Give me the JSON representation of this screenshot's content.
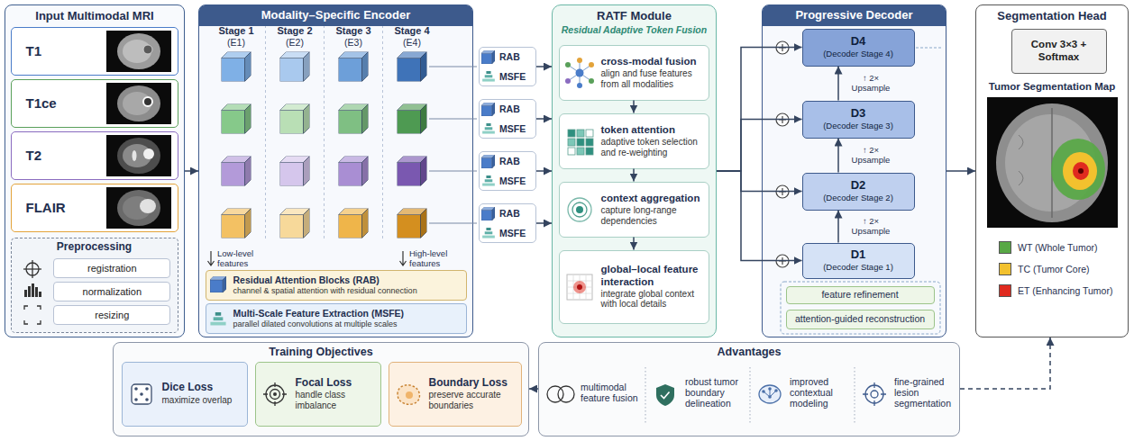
{
  "diagram": {
    "nodes": [
      {
        "text": [
          "Input Multimodal MRI"
        ]
      },
      {
        "text": [
          "T1"
        ],
        "in": 0
      },
      {
        "text": [
          "T1ce"
        ],
        "in": 0
      },
      {
        "text": [
          "T2"
        ],
        "in": 0
      },
      {
        "text": [
          "FLAIR"
        ],
        "in": 0
      },
      {
        "text": [
          "Preprocessing"
        ],
        "in": 0
      },
      {
        "text": [
          "registration"
        ],
        "in": 5
      },
      {
        "text": [
          "normalization"
        ],
        "in": 5
      },
      {
        "text": [
          "resizing"
        ],
        "in": 5
      },
      {
        "text": [
          "Modality–Specific Encoder"
        ]
      },
      {
        "text": [
          "Residual Attention Blocks (RAB)",
          "channel & spatial attention with residual connection"
        ],
        "in": 9
      },
      {
        "text": [
          "Multi-Scale Feature Extraction (MSFE)",
          "parallel dilated convolutions at multiple scales"
        ],
        "in": 9
      },
      {
        "text": [
          "RAB",
          "MSFE"
        ]
      },
      {
        "text": [
          "RAB",
          "MSFE"
        ]
      },
      {
        "text": [
          "RAB",
          "MSFE"
        ]
      },
      {
        "text": [
          "RAB",
          "MSFE"
        ]
      },
      {
        "text": [
          "RATF Module",
          "Residual Adaptive Token Fusion"
        ]
      },
      {
        "text": [
          "cross-modal fusion",
          "align and fuse features from all modalities"
        ],
        "in": 16
      },
      {
        "text": [
          "token attention",
          "adaptive token selection and re-weighting"
        ],
        "in": 16
      },
      {
        "text": [
          "context aggregation",
          "capture long-range dependencies"
        ],
        "in": 16
      },
      {
        "text": [
          "global–local feature interaction",
          "integrate global context with local details"
        ],
        "in": 16
      },
      {
        "text": [
          "Progressive Decoder"
        ]
      },
      {
        "text": [
          "D4",
          "(Decoder Stage 4)"
        ],
        "in": 21
      },
      {
        "text": [
          "D3",
          "(Decoder Stage 3)"
        ],
        "in": 21
      },
      {
        "text": [
          "D2",
          "(Decoder Stage 2)"
        ],
        "in": 21
      },
      {
        "text": [
          "D1",
          "(Decoder Stage 1)"
        ],
        "in": 21
      },
      {
        "text": [
          "feature refinement"
        ],
        "in": 21
      },
      {
        "text": [
          "attention-guided reconstruction"
        ],
        "in": 21
      },
      {
        "text": [
          "Segmentation Head"
        ]
      },
      {
        "text": [
          "Conv 3×3 + Softmax"
        ],
        "in": 28
      },
      {
        "text": [
          "Training Objectives"
        ]
      },
      {
        "text": [
          "Dice Loss",
          "maximize overlap"
        ],
        "in": 30
      },
      {
        "text": [
          "Focal Loss",
          "handle class imbalance"
        ],
        "in": 30
      },
      {
        "text": [
          "Boundary Loss",
          "preserve accurate boundaries"
        ],
        "in": 30
      },
      {
        "text": [
          "Advantages"
        ]
      }
    ],
    "edges": [
      {
        "from": 0,
        "to": 9,
        "arrow": "to"
      },
      {
        "from": 12,
        "to": 16,
        "arrow": "to"
      },
      {
        "from": 13,
        "to": 16,
        "arrow": "to"
      },
      {
        "from": 14,
        "to": 16,
        "arrow": "to"
      },
      {
        "from": 15,
        "to": 16,
        "arrow": "to"
      },
      {
        "from": 17,
        "to": 18,
        "arrow": "to"
      },
      {
        "from": 18,
        "to": 19,
        "arrow": "to"
      },
      {
        "from": 19,
        "to": 20,
        "arrow": "to"
      },
      {
        "from": 16,
        "to": 22,
        "arrow": "to"
      },
      {
        "from": 16,
        "to": 23,
        "arrow": "to"
      },
      {
        "from": 16,
        "to": 24,
        "arrow": "to"
      },
      {
        "from": 16,
        "to": 25,
        "arrow": "to"
      },
      {
        "from": 25,
        "to": 24,
        "arrow": "to"
      },
      {
        "from": 24,
        "to": 23,
        "arrow": "to"
      },
      {
        "from": 23,
        "to": 22,
        "arrow": "to"
      },
      {
        "from": 21,
        "to": 28,
        "arrow": "to"
      },
      {
        "from": 34,
        "to": 30,
        "arrow": "to"
      },
      {
        "from": 34,
        "to": 28,
        "arrow": "to"
      }
    ],
    "labels": [
      "Stage 1",
      "(E1)",
      "Stage 2",
      "(E2)",
      "Stage 3",
      "(E3)",
      "Stage 4",
      "(E4)",
      "Low-level features",
      "High-level features",
      "↑ 2× Upsample",
      "↑ 2× Upsample",
      "↑ 2× Upsample",
      "Tumor Segmentation Map",
      "multimodal feature fusion",
      "robust tumor boundary delineation",
      "improved contextual modeling",
      "fine-grained lesion segmentation"
    ],
    "legend": [
      {
        "text": "WT (Whole Tumor)",
        "color": "#58a845"
      },
      {
        "text": "TC (Tumor Core)",
        "color": "#f2c12e"
      },
      {
        "text": "ET (Enhancing Tumor)",
        "color": "#e02a1f"
      }
    ]
  }
}
